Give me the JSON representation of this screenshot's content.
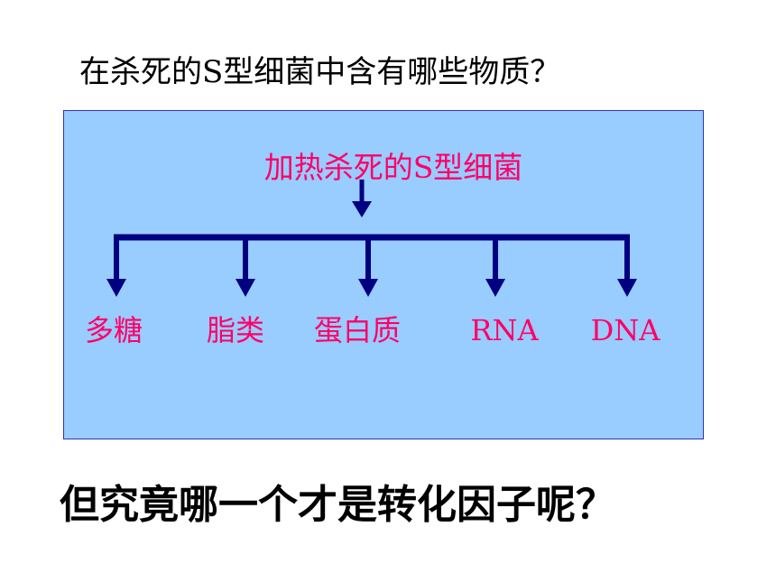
{
  "question": "在杀死的S型细菌中含有哪些物质？",
  "diagram": {
    "background_color": "#99ccff",
    "line_color": "#000080",
    "text_color": "#ff0066",
    "root": "加热杀死的S型细菌",
    "children": [
      "多糖",
      "脂类",
      "蛋白质",
      "RNA",
      "DNA"
    ]
  },
  "footer_question": "但究竟哪一个才是转化因子呢？"
}
